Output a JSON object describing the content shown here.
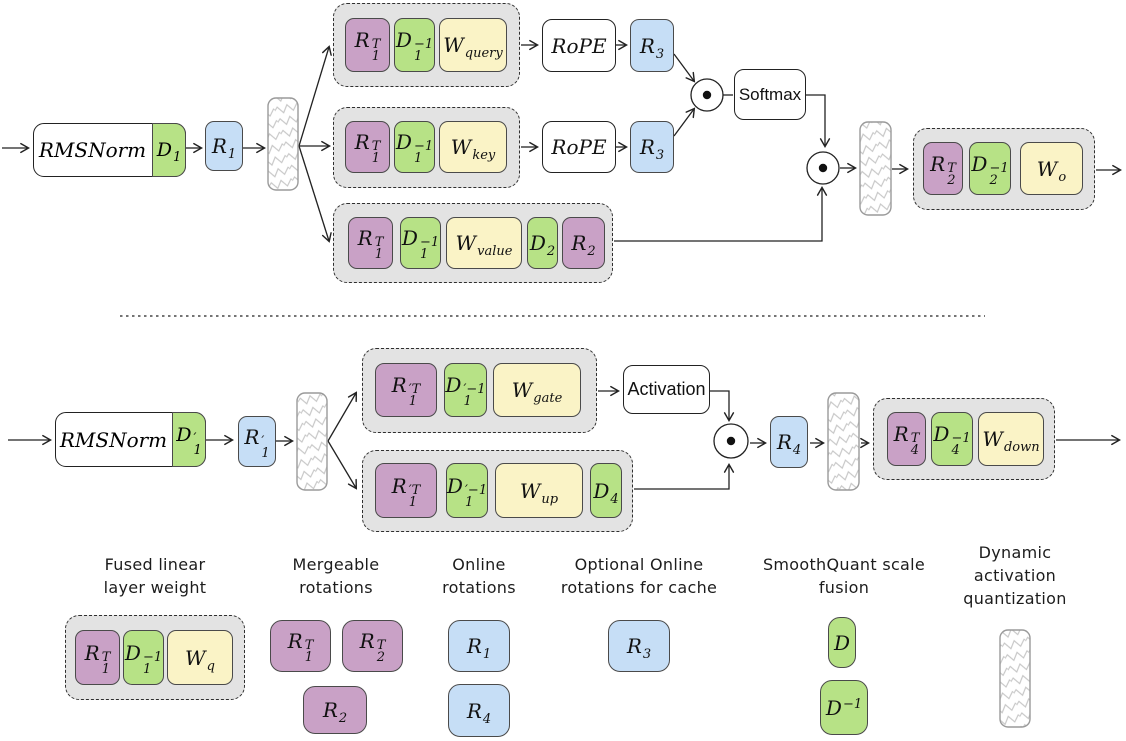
{
  "colors": {
    "purple": "#c9a1c6",
    "green": "#b7e286",
    "yellow": "#faf3c6",
    "blue": "#c6def6",
    "group_bg": "#e3e3e3",
    "hatch_stroke": "#c6c6c6",
    "line": "#222222"
  },
  "labels": {
    "rmsnorm": "RMSNorm",
    "rope": "RoPE",
    "softmax": "Softmax",
    "activation": "Activation"
  },
  "math": {
    "R1": {
      "b": "R",
      "sub": "1"
    },
    "R1T": {
      "b": "R",
      "sup": "T",
      "sub": "1"
    },
    "D1": {
      "b": "D",
      "sub": "1"
    },
    "D1inv": {
      "b": "D",
      "sup": "−1",
      "sub": "1"
    },
    "Wquery": {
      "b": "W",
      "sub": "query"
    },
    "Wkey": {
      "b": "W",
      "sub": "key"
    },
    "Wvalue": {
      "b": "W",
      "sub": "value"
    },
    "D2": {
      "b": "D",
      "sub": "2"
    },
    "R2": {
      "b": "R",
      "sub": "2"
    },
    "R3": {
      "b": "R",
      "sub": "3"
    },
    "R2T": {
      "b": "R",
      "sup": "T",
      "sub": "2"
    },
    "D2inv": {
      "b": "D",
      "sup": "−1",
      "sub": "2"
    },
    "Wo": {
      "b": "W",
      "sub": "o"
    },
    "D1p": {
      "b": "D",
      "sup": "′",
      "sub": "1"
    },
    "R1p": {
      "b": "R",
      "sup": "′",
      "sub": "1"
    },
    "R1pT": {
      "b": "R",
      "sup": "′T",
      "sub": "1"
    },
    "D1pinv": {
      "b": "D",
      "sup": "′−1",
      "sub": "1"
    },
    "Wgate": {
      "b": "W",
      "sub": "gate"
    },
    "Wup": {
      "b": "W",
      "sub": "up"
    },
    "D4": {
      "b": "D",
      "sub": "4"
    },
    "R4": {
      "b": "R",
      "sub": "4"
    },
    "R4T": {
      "b": "R",
      "sup": "T",
      "sub": "4"
    },
    "D4inv": {
      "b": "D",
      "sup": "−1",
      "sub": "4"
    },
    "Wdown": {
      "b": "W",
      "sub": "down"
    },
    "Wq": {
      "b": "W",
      "sub": "q"
    },
    "D": {
      "b": "D"
    },
    "Dinv": {
      "b": "D",
      "sup": "−1"
    }
  },
  "legend": {
    "fused": {
      "lines": [
        "Fused linear",
        "layer weight"
      ]
    },
    "mergeable": {
      "lines": [
        "Mergeable",
        "rotations"
      ]
    },
    "online": {
      "lines": [
        "Online",
        "rotations"
      ]
    },
    "optional": {
      "lines": [
        "Optional Online",
        "rotations for cache"
      ]
    },
    "smoothquant": {
      "lines": [
        "SmoothQuant scale",
        "fusion"
      ]
    },
    "dynamic": {
      "lines": [
        "Dynamic",
        "activation",
        "quantization"
      ]
    }
  }
}
